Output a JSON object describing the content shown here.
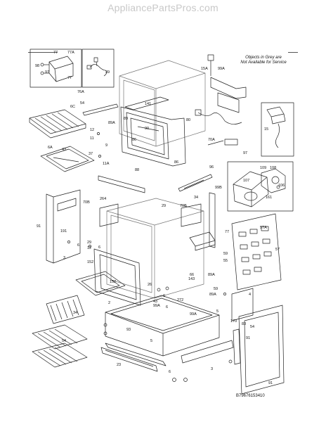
{
  "header": {
    "watermark": "AppliancePartsPros.com"
  },
  "note": {
    "line1": "Objects in Grey are",
    "line2": "Not Available for Service"
  },
  "footer": {
    "diagram_number": "B79676153410"
  },
  "callouts": [
    "77",
    "77A",
    "98",
    "97",
    "77",
    "39",
    "15A",
    "99A",
    "76A",
    "54",
    "6C",
    "141",
    "89",
    "90",
    "89A",
    "15",
    "12",
    "11",
    "86",
    "9",
    "80",
    "70A",
    "6A",
    "43",
    "37",
    "11A",
    "86",
    "88",
    "97",
    "96",
    "109",
    "108",
    "107",
    "106",
    "161",
    "70B",
    "264",
    "34",
    "29",
    "70B",
    "99B",
    "91",
    "191",
    "29",
    "12",
    "6",
    "152",
    "6",
    "77",
    "57A",
    "59",
    "55",
    "57",
    "3",
    "66",
    "143",
    "89A",
    "26",
    "43",
    "152",
    "6",
    "272",
    "89A",
    "59",
    "4",
    "99A",
    "6",
    "5",
    "170",
    "83",
    "91",
    "2",
    "34",
    "99A",
    "54",
    "93",
    "5",
    "23",
    "3",
    "6",
    "54",
    "91"
  ]
}
